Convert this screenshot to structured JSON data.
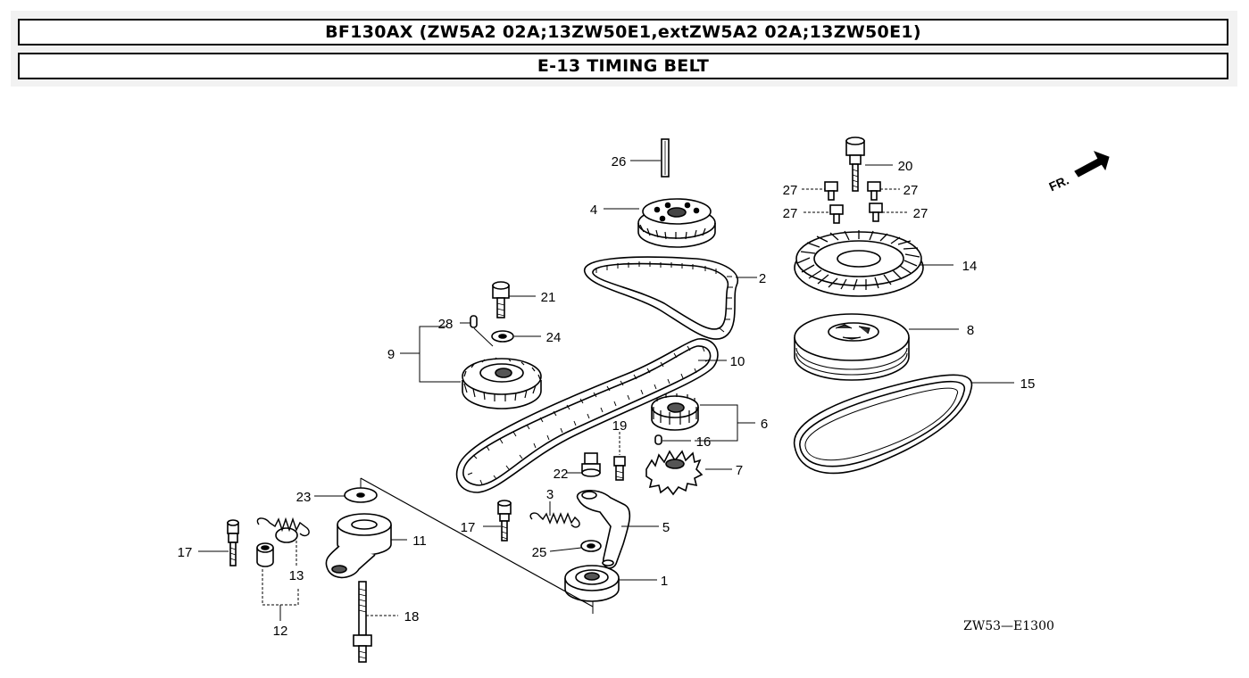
{
  "header": {
    "model_title": "BF130AX (ZW5A2 02A;13ZW50E1,extZW5A2 02A;13ZW50E1)",
    "section_title": "E-13 TIMING BELT"
  },
  "diagram": {
    "direction_label": "FR.",
    "diagram_code": "ZW53—E1300",
    "callouts": {
      "p1": "1",
      "p2": "2",
      "p3": "3",
      "p4": "4",
      "p5": "5",
      "p6": "6",
      "p7": "7",
      "p8": "8",
      "p9": "9",
      "p10": "10",
      "p11": "11",
      "p12": "12",
      "p13": "13",
      "p14": "14",
      "p15": "15",
      "p16": "16",
      "p17a": "17",
      "p17b": "17",
      "p18": "18",
      "p19": "19",
      "p20": "20",
      "p21": "21",
      "p22": "22",
      "p23": "23",
      "p24": "24",
      "p25": "25",
      "p26": "26",
      "p27a": "27",
      "p27b": "27",
      "p27c": "27",
      "p27d": "27",
      "p28": "28"
    }
  }
}
